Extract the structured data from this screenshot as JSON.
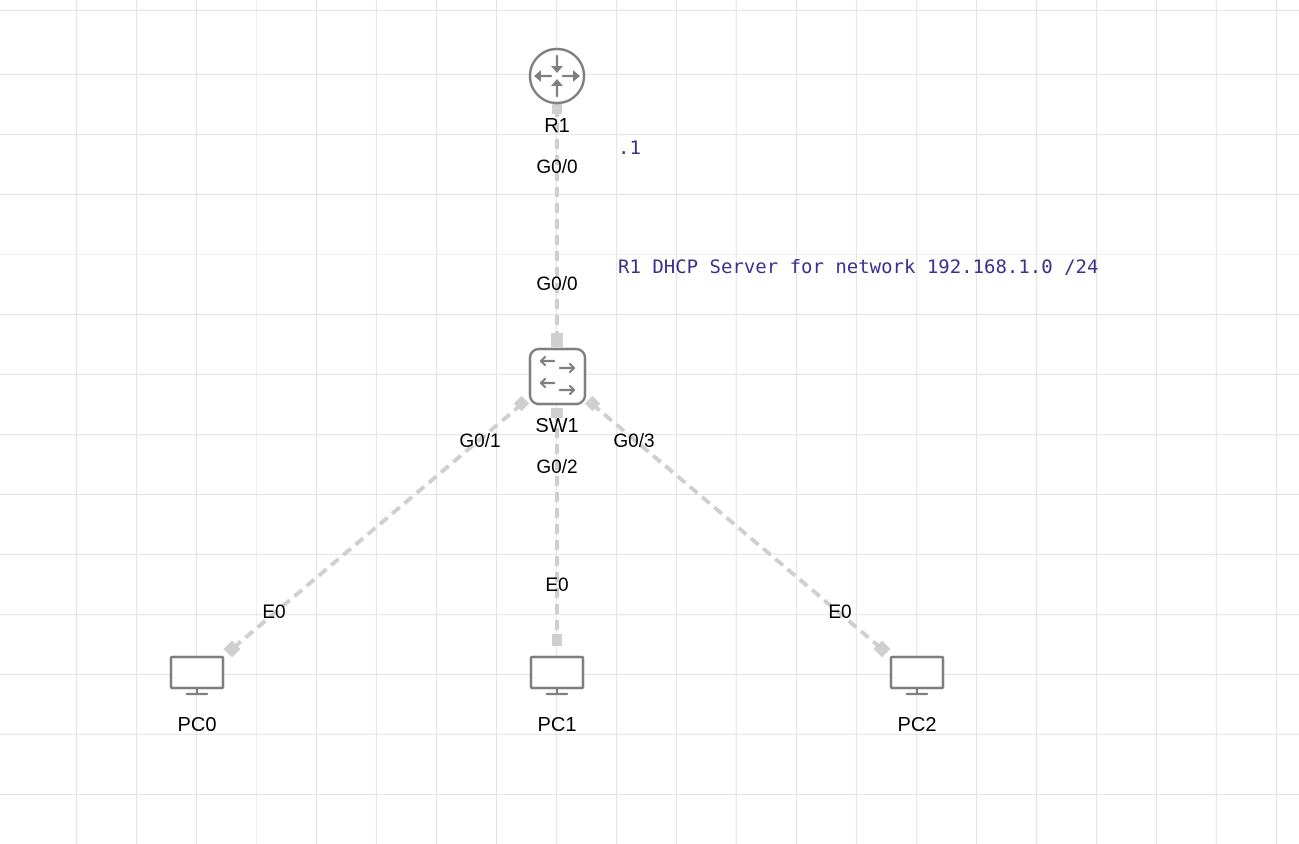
{
  "nodes": {
    "r1": "R1",
    "sw1": "SW1",
    "pc0": "PC0",
    "pc1": "PC1",
    "pc2": "PC2"
  },
  "ports": {
    "r1_g00": "G0/0",
    "sw1_g00": "G0/0",
    "sw1_g01": "G0/1",
    "sw1_g02": "G0/2",
    "sw1_g03": "G0/3",
    "pc0_e0": "E0",
    "pc1_e0": "E0",
    "pc2_e0": "E0"
  },
  "annotations": {
    "r1_ip": ".1",
    "dhcp_note": "R1 DHCP Server for network 192.168.1.0 /24"
  },
  "icons": {
    "router": "router-icon",
    "switch": "switch-icon",
    "pc": "pc-icon"
  },
  "colors": {
    "link": "#cfcfcf",
    "icon": "#7f7f7f",
    "note_text": "#3b2f8f",
    "grid": "#e3e3e3"
  }
}
